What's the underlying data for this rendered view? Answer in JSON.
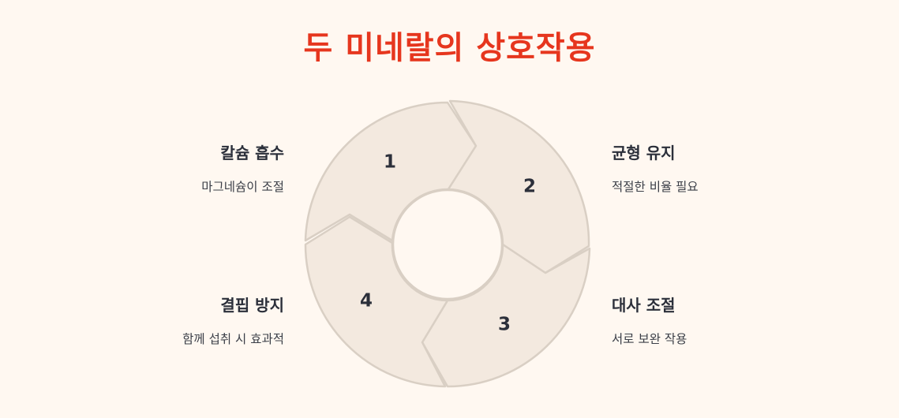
{
  "title": "두 미네랄의 상호작용",
  "steps": [
    {
      "number": "1",
      "heading": "칼슘 흡수",
      "description": "마그네슘이 조절"
    },
    {
      "number": "2",
      "heading": "균형 유지",
      "description": "적절한 비율 필요"
    },
    {
      "number": "3",
      "heading": "대사 조절",
      "description": "서로 보완 작용"
    },
    {
      "number": "4",
      "heading": "결핍 방지",
      "description": "함께 섭취 시 효과적"
    }
  ],
  "colors": {
    "title": "#e6361e",
    "segment_fill": "#f3e9df",
    "segment_stroke": "#d9cfc4",
    "background": "#fff8f1",
    "text": "#2b2f3a"
  }
}
